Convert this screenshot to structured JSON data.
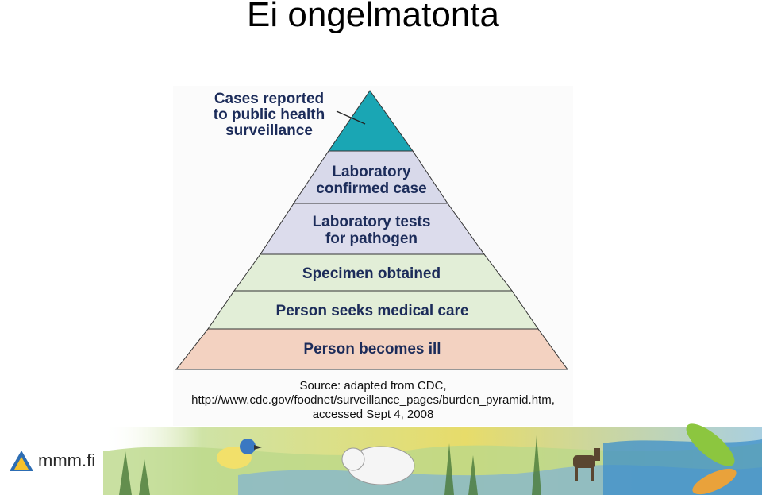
{
  "slide": {
    "title": "Ei ongelmatonta"
  },
  "pyramid": {
    "apex_label": [
      "Cases reported",
      "to public health",
      "surveillance"
    ],
    "levels": [
      {
        "lines": [
          "Laboratory",
          "confirmed case"
        ],
        "color": "#d8d9ea"
      },
      {
        "lines": [
          "Laboratory tests",
          "for pathogen"
        ],
        "color": "#dcdcec"
      },
      {
        "lines": [
          "Specimen obtained"
        ],
        "color": "#e2eed7"
      },
      {
        "lines": [
          "Person seeks medical care"
        ],
        "color": "#e2eed7"
      },
      {
        "lines": [
          "Person becomes ill"
        ],
        "color": "#f3d2c1"
      }
    ],
    "apex_color": "#1aa6b4"
  },
  "source": {
    "line1": "Source: adapted from CDC,",
    "line2": "http://www.cdc.gov/foodnet/surveillance_pages/burden_pyramid.htm,",
    "line3": "accessed Sept 4, 2008"
  },
  "logo": {
    "text": "mmm.fi"
  }
}
